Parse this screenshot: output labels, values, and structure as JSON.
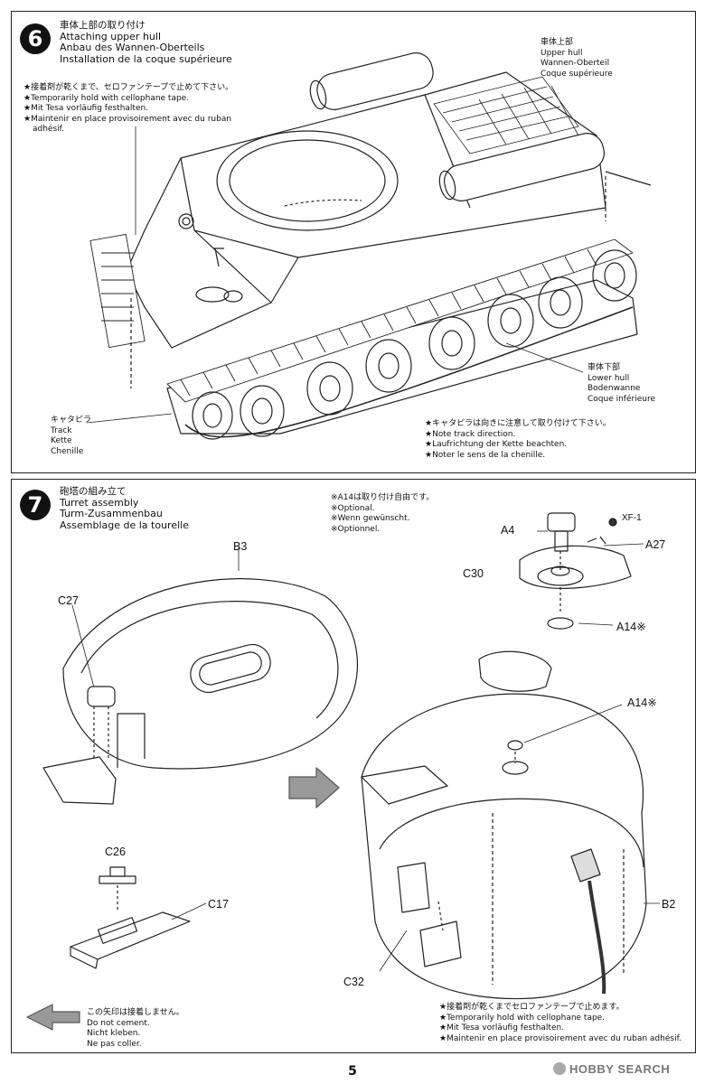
{
  "step6": {
    "number": "6",
    "title_jp": "車体上部の取り付け",
    "title_en": "Attaching upper hull",
    "title_de": "Anbau des Wannen-Oberteils",
    "title_fr": "Installation de la coque supérieure",
    "note": {
      "jp": "★接着剤が乾くまで、セロファンテープで止めて下さい。",
      "en": "★Temporarily hold with cellophane tape.",
      "de": "★Mit Tesa vorläufig festhalten.",
      "fr1": "★Maintenir en place provisoirement avec du ruban",
      "fr2": "adhésif."
    },
    "upper_hull": {
      "jp": "車体上部",
      "en": "Upper hull",
      "de": "Wannen-Oberteil",
      "fr": "Coque supérieure"
    },
    "lower_hull": {
      "jp": "車体下部",
      "en": "Lower hull",
      "de": "Bodenwanne",
      "fr": "Coque inférieure"
    },
    "track": {
      "jp": "キャタピラ",
      "en": "Track",
      "de": "Kette",
      "fr": "Chenille"
    },
    "track_note": {
      "jp": "★キャタピラは向きに注意して取り付けて下さい。",
      "en": "★Note track direction.",
      "de": "★Laufrichtung der Kette beachten.",
      "fr": "★Noter le sens de la chenille."
    }
  },
  "step7": {
    "number": "7",
    "title_jp": "砲塔の組み立て",
    "title_en": "Turret assembly",
    "title_de": "Turm-Zusammenbau",
    "title_fr": "Assemblage de la tourelle",
    "optional": {
      "jp": "※A14は取り付け自由です。",
      "en": "※Optional.",
      "de": "※Wenn gewünscht.",
      "fr": "※Optionnel."
    },
    "parts": {
      "b3": "B3",
      "c27": "C27",
      "c26": "C26",
      "c17": "C17",
      "a4": "A4",
      "xf1": "XF-1",
      "a27": "A27",
      "c30": "C30",
      "a14_top": "A14※",
      "a14_mid": "A14※",
      "b2": "B2",
      "c32": "C32"
    },
    "no_cement": {
      "jp": "この矢印は接着しません。",
      "en": "Do not cement.",
      "de": "Nicht kleben.",
      "fr": "Ne pas coller."
    },
    "tape_note": {
      "jp": "★接着剤が乾くまでセロファンテープで止めます。",
      "en": "★Temporarily hold with cellophane tape.",
      "de": "★Mit Tesa vorläufig festhalten.",
      "fr": "★Maintenir en place provisoirement avec du ruban adhésif."
    }
  },
  "page_number": "5",
  "watermark": "HOBBY SEARCH"
}
